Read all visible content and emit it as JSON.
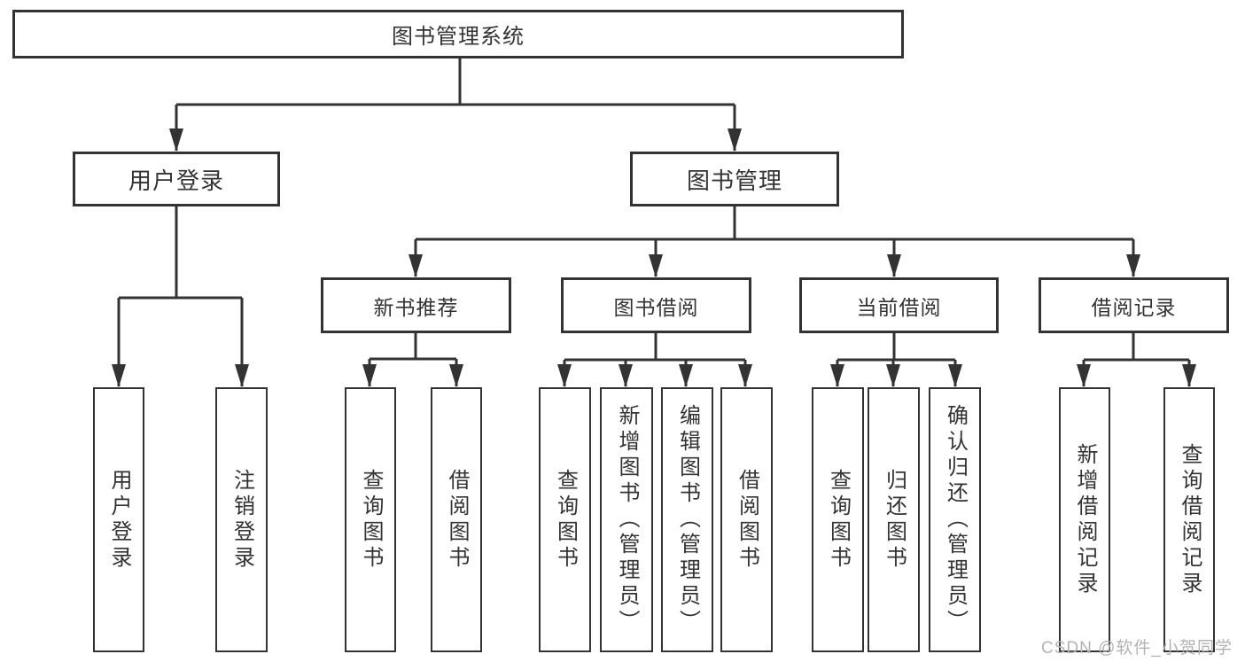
{
  "colors": {
    "line": "#333333",
    "box_border": "#333333",
    "text": "#333333",
    "background": "#ffffff",
    "watermark": "#b3b3b3"
  },
  "watermark": {
    "text": "CSDN @软件_小贺同学"
  },
  "tree": {
    "label": "图书管理系统",
    "children": [
      {
        "label": "用户登录",
        "children": [
          {
            "label": "用户登录"
          },
          {
            "label": "注销登录"
          }
        ]
      },
      {
        "label": "图书管理",
        "children": [
          {
            "label": "新书推荐",
            "children": [
              {
                "label": "查询图书"
              },
              {
                "label": "借阅图书"
              }
            ]
          },
          {
            "label": "图书借阅",
            "children": [
              {
                "label": "查询图书"
              },
              {
                "label": "新增图书（管理员）"
              },
              {
                "label": "编辑图书（管理员）"
              },
              {
                "label": "借阅图书"
              }
            ]
          },
          {
            "label": "当前借阅",
            "children": [
              {
                "label": "查询图书"
              },
              {
                "label": "归还图书"
              },
              {
                "label": "确认归还（管理员）"
              }
            ]
          },
          {
            "label": "借阅记录",
            "children": [
              {
                "label": "新增借阅记录"
              },
              {
                "label": "查询借阅记录"
              }
            ]
          }
        ]
      }
    ]
  }
}
